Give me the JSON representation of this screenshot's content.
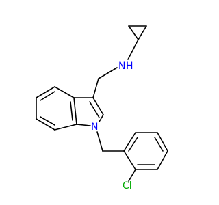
{
  "molecule": {
    "atoms": {
      "amine_nitrogen": "N",
      "amine_hydrogen": "H",
      "indole_nitrogen": "N",
      "chlorine": "Cl"
    },
    "colors": {
      "bond": "#000000",
      "nitrogen": "#0000ff",
      "chlorine": "#00aa00",
      "background": "#ffffff"
    }
  }
}
